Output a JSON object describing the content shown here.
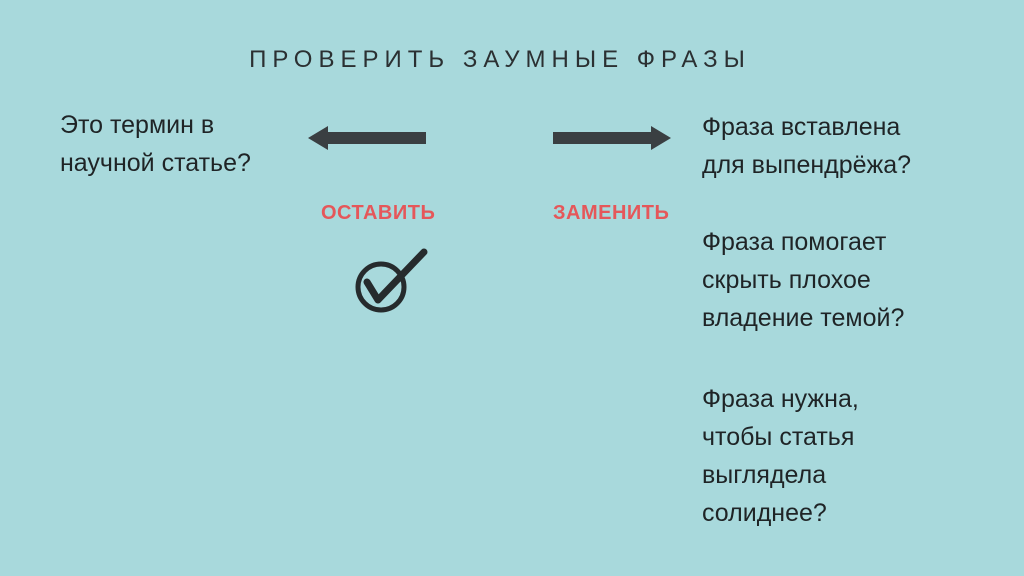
{
  "title": "ПРОВЕРИТЬ ЗАУМНЫЕ ФРАЗЫ",
  "left_question": {
    "lines": [
      "Это термин в",
      "научной статье?"
    ]
  },
  "keep_label": "ОСТАВИТЬ",
  "replace_label": "ЗАМЕНИТЬ",
  "right_questions": [
    {
      "lines": [
        "Фраза вставлена",
        "для выпендрёжа?"
      ]
    },
    {
      "lines": [
        "Фраза помогает",
        "скрыть плохое",
        "владение темой?"
      ]
    },
    {
      "lines": [
        "Фраза нужна,",
        "чтобы статья",
        "выглядела",
        "солиднее?"
      ]
    }
  ],
  "icons": {
    "arrow_left": "arrow-left-icon",
    "arrow_right": "arrow-right-icon",
    "check": "check-circle-icon"
  },
  "colors": {
    "background": "#a8d9dc",
    "text": "#1f2426",
    "accent": "#e5575a",
    "arrow": "#3a3f42"
  }
}
